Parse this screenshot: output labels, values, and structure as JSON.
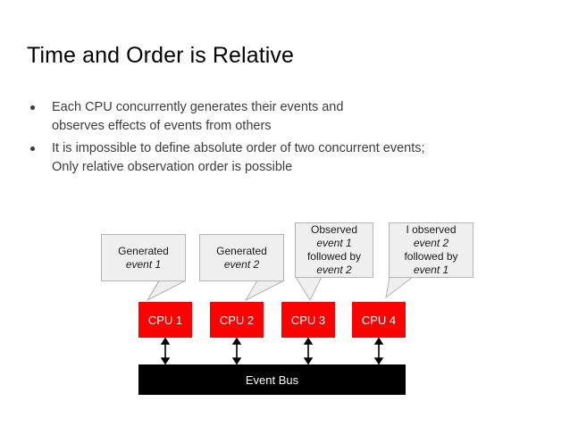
{
  "slide": {
    "title": "Time and Order is Relative",
    "background_color": "#ffffff",
    "bullets": [
      {
        "lines": [
          "Each CPU concurrently generates their events and",
          "observes effects of events from others"
        ]
      },
      {
        "lines": [
          "It is impossible to define absolute order of two concurrent events;",
          "Only relative observation order is possible"
        ]
      }
    ]
  },
  "diagram": {
    "callouts": [
      {
        "line1": "Generated",
        "line2": "event 1",
        "line3": "",
        "line4": ""
      },
      {
        "line1": "Generated",
        "line2": "event 2",
        "line3": "",
        "line4": ""
      },
      {
        "line1": "Observed",
        "line2": "event 1",
        "line3": "followed by",
        "line4": "event 2"
      },
      {
        "line1": "I observed",
        "line2": "event 2",
        "line3": "followed by",
        "line4": "event 1"
      }
    ],
    "cpus": [
      {
        "label": "CPU 1"
      },
      {
        "label": "CPU 2"
      },
      {
        "label": "CPU 3"
      },
      {
        "label": "CPU 4"
      }
    ],
    "bus": {
      "label": "Event Bus"
    },
    "colors": {
      "cpu_fill": "#ff0000",
      "cpu_text": "#ffffff",
      "bus_fill": "#000000",
      "bus_text": "#ffffff",
      "callout_fill": "#efefef",
      "callout_border": "#b4b4b4",
      "arrow": "#000000"
    }
  }
}
